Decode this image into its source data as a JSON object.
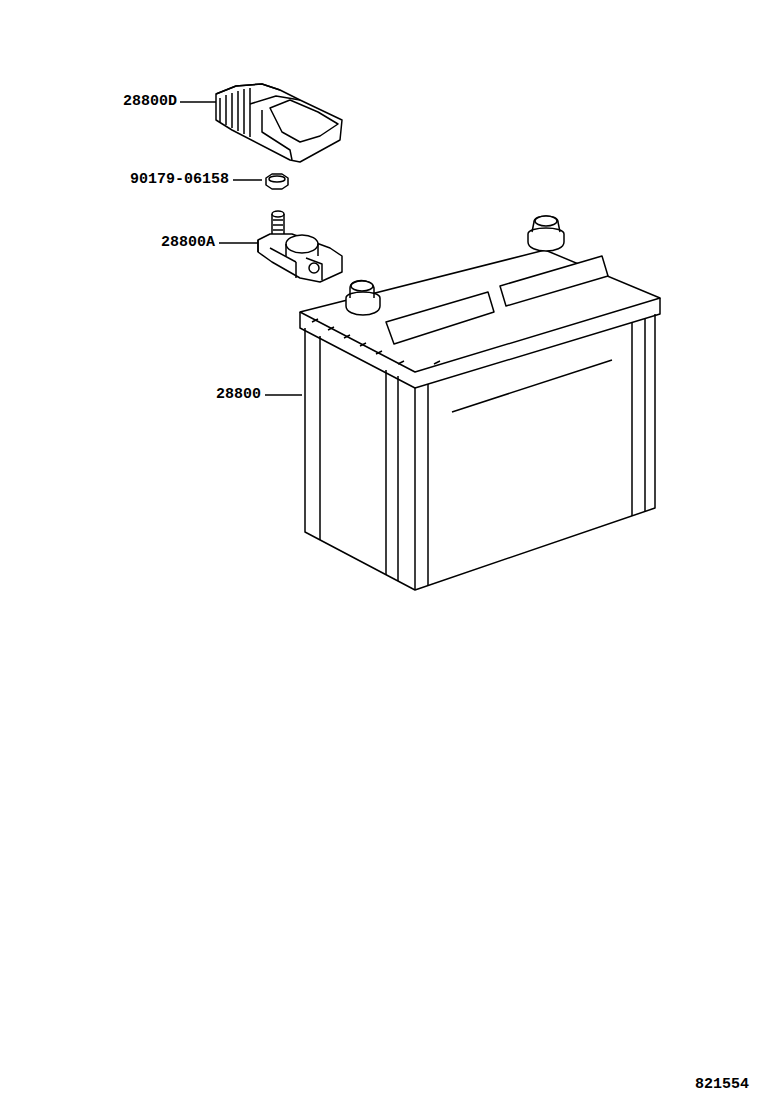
{
  "diagram": {
    "labels": [
      "28800D",
      "90179-06158",
      "28800A",
      "28800",
      "821554"
    ]
  }
}
